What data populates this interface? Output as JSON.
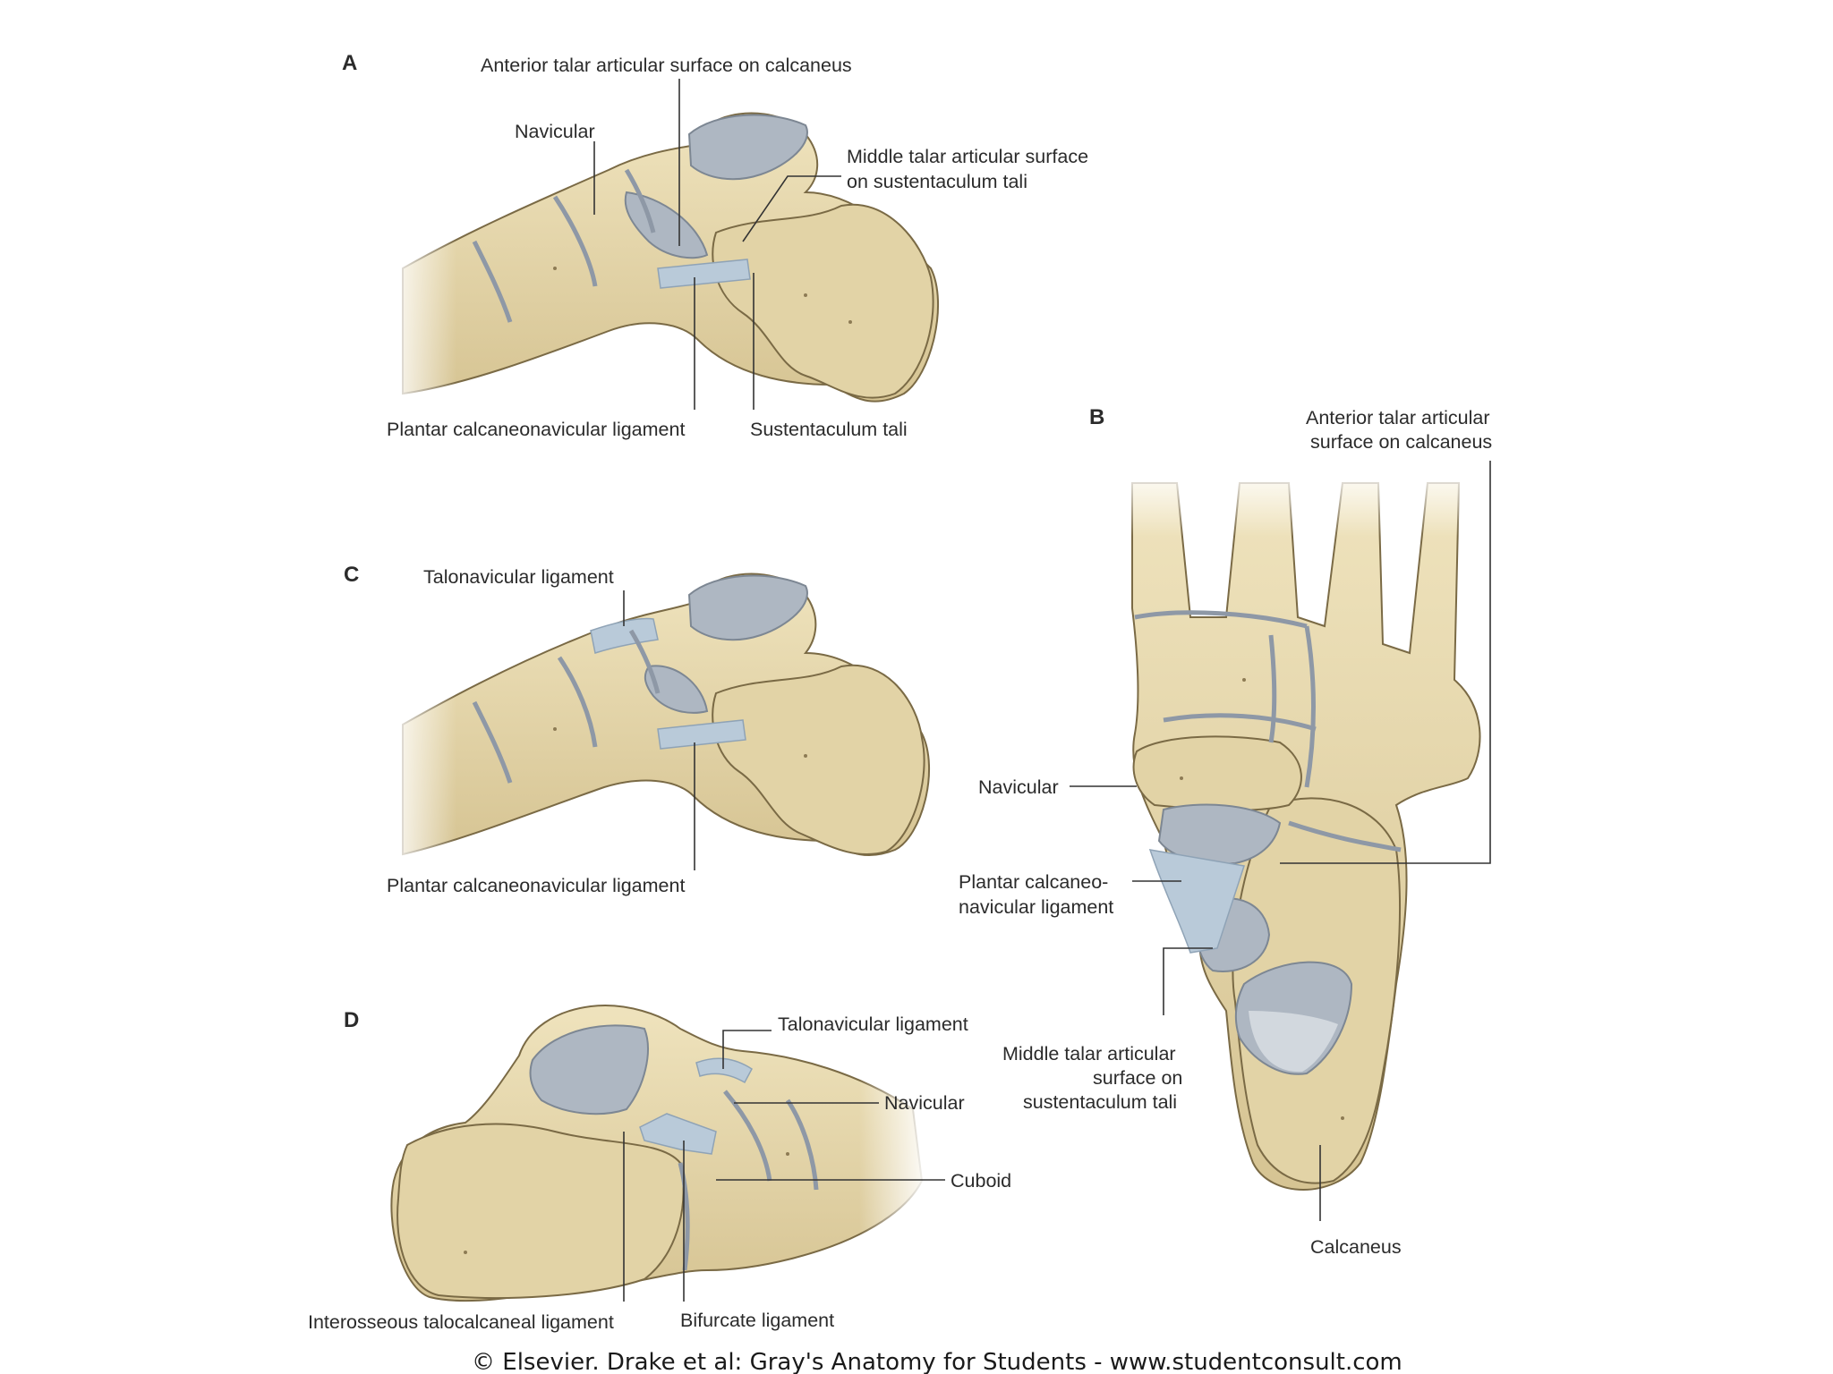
{
  "panels": {
    "a": {
      "letter": "A",
      "labels": {
        "anterior_talar": "Anterior talar articular surface on calcaneus",
        "navicular": "Navicular",
        "middle_talar_1": "Middle talar articular surface",
        "middle_talar_2": "on sustentaculum tali",
        "plantar": "Plantar calcaneonavicular ligament",
        "sustentaculum": "Sustentaculum tali"
      }
    },
    "b": {
      "letter": "B",
      "labels": {
        "anterior_talar_1": "Anterior talar articular",
        "anterior_talar_2": "surface on calcaneus",
        "navicular": "Navicular",
        "plantar_1": "Plantar calcaneo-",
        "plantar_2": "navicular ligament",
        "middle_talar_1": "Middle talar articular",
        "middle_talar_2": "surface on",
        "middle_talar_3": "sustentaculum tali",
        "calcaneus": "Calcaneus"
      }
    },
    "c": {
      "letter": "C",
      "labels": {
        "talonavicular": "Talonavicular ligament",
        "plantar": "Plantar calcaneonavicular ligament"
      }
    },
    "d": {
      "letter": "D",
      "labels": {
        "talonavicular": "Talonavicular ligament",
        "navicular": "Navicular",
        "cuboid": "Cuboid",
        "interosseous": "Interosseous talocalcaneal ligament",
        "bifurcate": "Bifurcate ligament"
      }
    }
  },
  "credit": "© Elsevier. Drake et al: Gray's Anatomy for Students - www.studentconsult.com",
  "colors": {
    "bone": "#e2d3a6",
    "cartilage": "#aeb7c2",
    "ligament": "#b9cad9",
    "text": "#2b2b2b"
  }
}
